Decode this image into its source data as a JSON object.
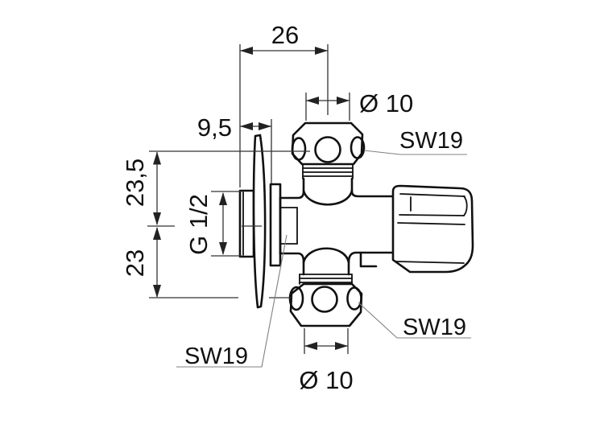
{
  "drawing": {
    "type": "technical-drawing",
    "subject": "angle valve side view with wall flange, two compression outlets and handle",
    "dimensions": {
      "width_top": "26",
      "flange_depth": "9,5",
      "height_upper": "23,5",
      "height_lower": "23",
      "thread_size": "G 1/2",
      "top_outlet_diameter": "Ø 10",
      "bottom_outlet_diameter": "Ø 10",
      "wrench_top": "SW19",
      "wrench_wall": "SW19",
      "wrench_bottom": "SW19"
    },
    "colors": {
      "outline": "#111111",
      "dimension": "#333333",
      "leader": "#808080",
      "background": "#ffffff"
    }
  }
}
